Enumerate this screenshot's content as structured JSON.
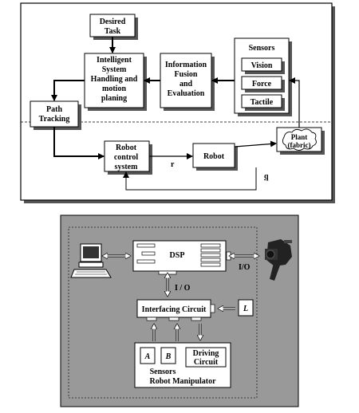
{
  "top_diagram": {
    "desired_task": [
      "Desired",
      "Task"
    ],
    "intelligent_system": [
      "Intelligent",
      "System",
      "Handling and",
      "motion",
      "planing"
    ],
    "information_fusion": [
      "Information",
      "Fusion",
      "and",
      "Evaluation"
    ],
    "sensors_title": "Sensors",
    "sensor_items": [
      "Vision",
      "Force",
      "Tactile"
    ],
    "path_tracking": [
      "Path",
      "Tracking"
    ],
    "robot_control": [
      "Robot",
      "control",
      "system"
    ],
    "robot": "Robot",
    "plant": [
      "Plant",
      "(fabric)"
    ],
    "signal_r": "r",
    "signal_q": "q"
  },
  "bottom_diagram": {
    "dsp": "DSP",
    "io_right": "I/O",
    "io_center": "I / O",
    "interfacing": "Interfacing Circuit",
    "l_box": "L",
    "sensor_a": "A",
    "sensor_b": "B",
    "driving": [
      "Driving",
      "Circuit"
    ],
    "sensors": "Sensors",
    "robot_manipulator": "Robot Manipulator"
  }
}
